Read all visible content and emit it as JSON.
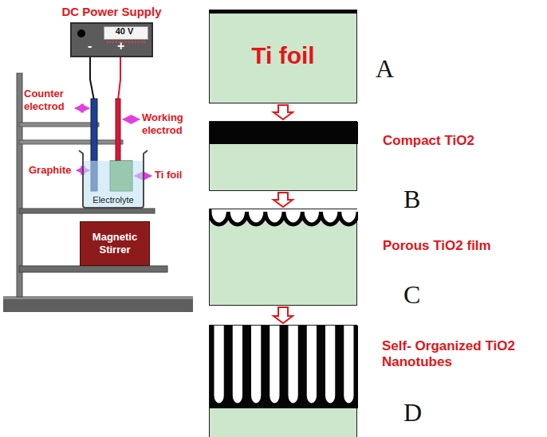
{
  "diagram": {
    "nodes": [
      {
        "text": [
          "DC Power Supply",
          "40 V",
          "-",
          "+"
        ]
      },
      {
        "text": [
          "Electrolyte"
        ]
      },
      {
        "text": [
          "Magnetic Stirrer"
        ]
      },
      {
        "text": [
          "Ti foil",
          "A"
        ]
      },
      {
        "text": [
          "Compact TiO2",
          "B"
        ]
      },
      {
        "text": [
          "Porous TiO2 film",
          "C"
        ]
      },
      {
        "text": [
          "Self- Organized TiO2 Nanotubes",
          "D"
        ]
      }
    ],
    "edges": [
      {
        "from": 3,
        "to": 4,
        "arrow": "to"
      },
      {
        "from": 4,
        "to": 5,
        "arrow": "to"
      },
      {
        "from": 5,
        "to": 6,
        "arrow": "to"
      }
    ],
    "labels": [
      "Counter electrod",
      "Working electrod",
      "Graphite",
      "Ti foil"
    ]
  }
}
